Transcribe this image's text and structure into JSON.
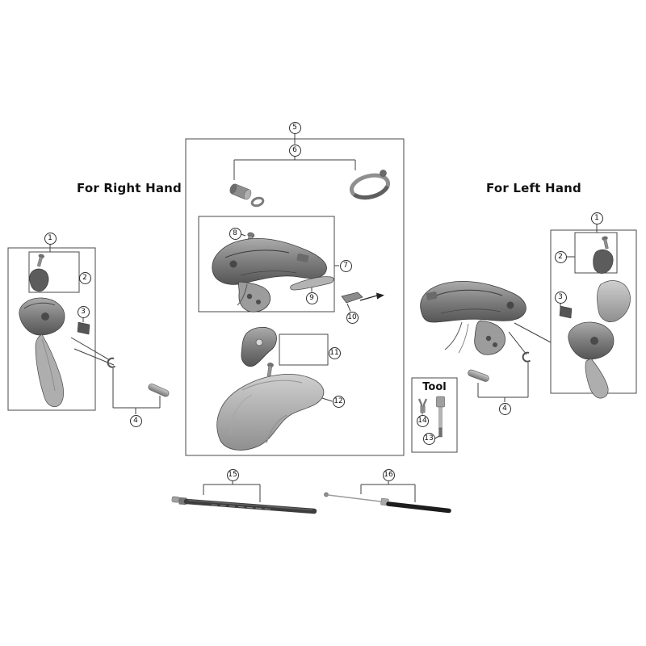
{
  "labels": {
    "right_hand": "For Right Hand",
    "left_hand": "For Left Hand",
    "tool": "Tool"
  },
  "callouts": [
    "5",
    "6",
    "1",
    "2",
    "3",
    "4",
    "8",
    "7",
    "9",
    "10",
    "11",
    "12",
    "14",
    "13",
    "1",
    "2",
    "3",
    "4",
    "15",
    "16"
  ],
  "colors": {
    "background": "#ffffff",
    "text": "#111111",
    "line": "#3f3f3f",
    "frame": "#4a4a4a",
    "part_dark": "#5c5c5c",
    "part_mid": "#8e8e8e",
    "part_light": "#c2c2c2",
    "cable_dark": "#1d1d1d"
  }
}
